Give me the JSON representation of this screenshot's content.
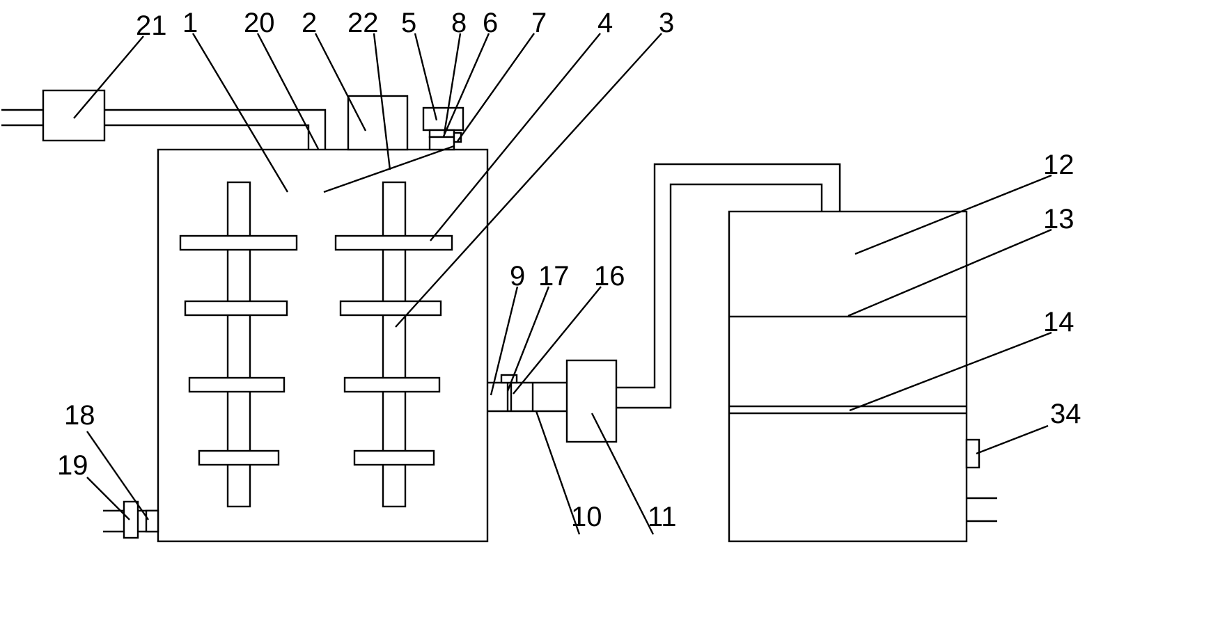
{
  "labels": {
    "l1": "1",
    "l2": "2",
    "l3": "3",
    "l4": "4",
    "l5": "5",
    "l6": "6",
    "l7": "7",
    "l8": "8",
    "l9": "9",
    "l10": "10",
    "l11": "11",
    "l12": "12",
    "l13": "13",
    "l14": "14",
    "l16": "16",
    "l17": "17",
    "l18": "18",
    "l19": "19",
    "l20": "20",
    "l21": "21",
    "l22": "22",
    "l34": "34"
  },
  "colors": {
    "line": "#000000",
    "background": "#ffffff"
  }
}
